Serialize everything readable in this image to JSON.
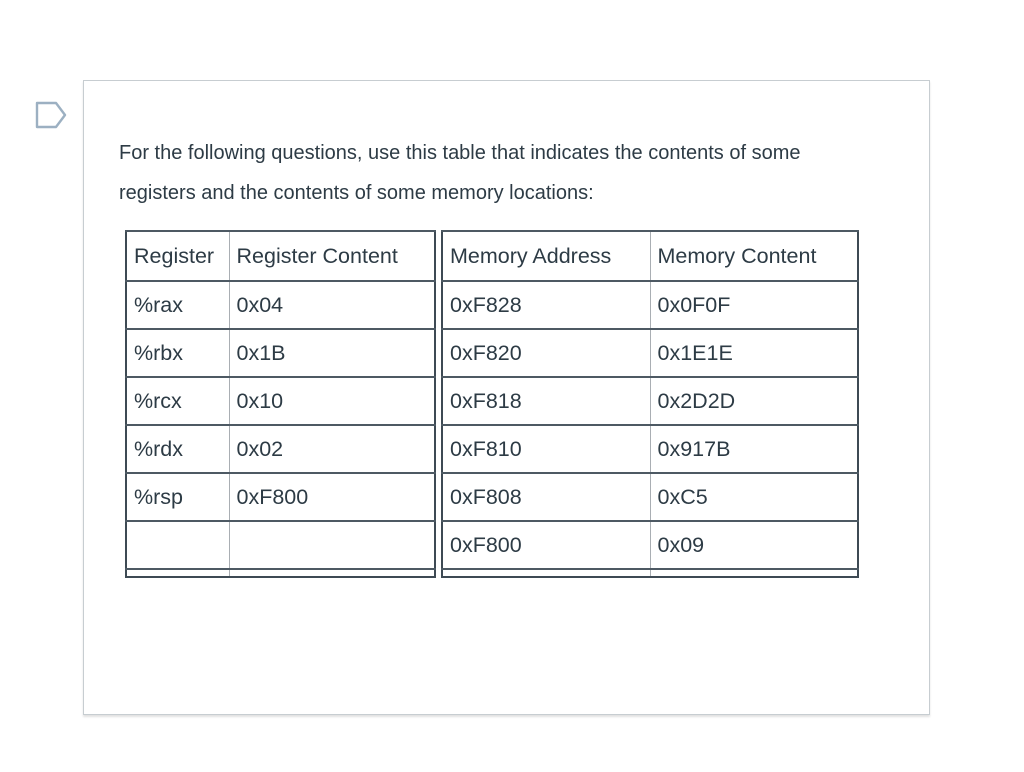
{
  "question": {
    "text_line1": "For the following questions, use this table that indicates the contents of some",
    "text_line2": "registers and the contents of some memory locations:"
  },
  "icons": {
    "marker": "question-marker-icon"
  },
  "colors": {
    "text": "#2d3b45",
    "table_border_dark": "#3e4a54",
    "table_row_divider": "#4d5963",
    "table_border_light": "#a9aeb3",
    "card_border": "#c7cdd1",
    "marker_stroke": "#9cb0c2"
  },
  "register_table": {
    "headers": [
      "Register",
      "Register Content"
    ],
    "rows": [
      [
        "%rax",
        "0x04"
      ],
      [
        "%rbx",
        "0x1B"
      ],
      [
        "%rcx",
        "0x10"
      ],
      [
        "%rdx",
        "0x02"
      ],
      [
        "%rsp",
        "0xF800"
      ],
      [
        "",
        ""
      ]
    ]
  },
  "memory_table": {
    "headers": [
      "Memory Address",
      "Memory Content"
    ],
    "rows": [
      [
        "0xF828",
        "0x0F0F"
      ],
      [
        "0xF820",
        "0x1E1E"
      ],
      [
        "0xF818",
        "0x2D2D"
      ],
      [
        "0xF810",
        "0x917B"
      ],
      [
        "0xF808",
        "0xC5"
      ],
      [
        "0xF800",
        "0x09"
      ]
    ]
  }
}
